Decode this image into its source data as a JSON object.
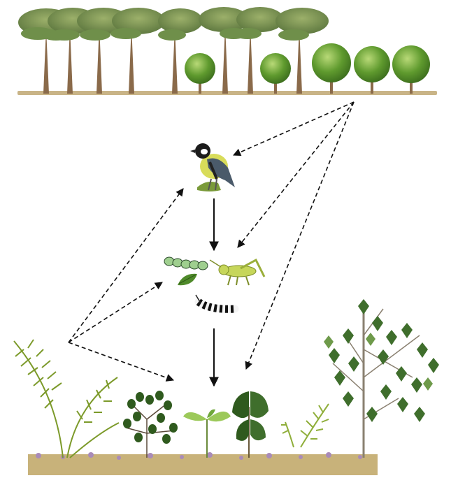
{
  "diagram": {
    "kind": "forest food web illustration",
    "palette": {
      "pine_trunk": "#8a6a4a",
      "pine_canopy": "#6f8f4a",
      "broadleaf_canopy": "#5f9a2e",
      "broadleaf_highlight": "#9cc95a",
      "ground": "#c8b27a",
      "ground_flowers": "#a98bb8",
      "fern": "#8fae3a",
      "birch_leaf": "#3f6e2c",
      "arrow": "#111111"
    },
    "nodes": [
      {
        "id": "canopy-trees",
        "icon": "tree-row-icon"
      },
      {
        "id": "bird",
        "icon": "great-tit-icon"
      },
      {
        "id": "insects",
        "icon": "insects-icon"
      },
      {
        "id": "understory-plants",
        "icon": "plants-row-icon"
      }
    ],
    "links": [
      {
        "from": "bird",
        "to": "insects",
        "style": "solid"
      },
      {
        "from": "insects",
        "to": "understory-plants",
        "style": "solid"
      },
      {
        "from": "canopy-trees",
        "to": "bird",
        "style": "dashed"
      },
      {
        "from": "canopy-trees",
        "to": "insects",
        "style": "dashed"
      },
      {
        "from": "canopy-trees",
        "to": "understory-plants",
        "style": "dashed"
      },
      {
        "from": "understory-plants",
        "to": "bird",
        "style": "dashed"
      },
      {
        "from": "understory-plants",
        "to": "insects",
        "style": "dashed"
      },
      {
        "from": "understory-plants",
        "to": "understory-plants",
        "style": "dashed"
      }
    ]
  }
}
